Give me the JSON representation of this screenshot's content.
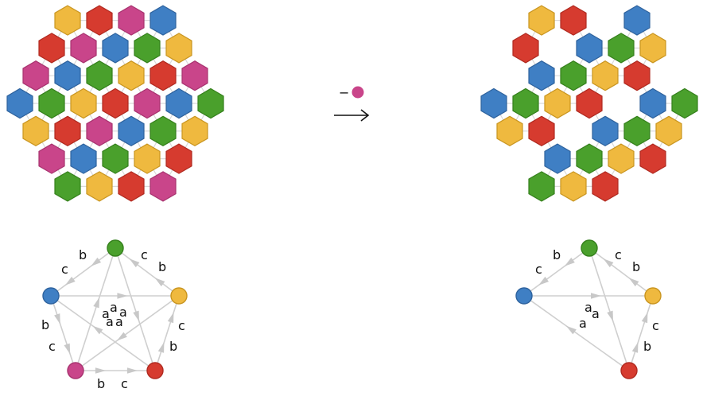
{
  "colors": {
    "red": "#d63b2f",
    "pink": "#c9458a",
    "blue": "#3f7fc4",
    "green": "#4aa02c",
    "yellow": "#efb93f",
    "edge": "#cfcfcf"
  },
  "operation": {
    "minus_sign": "−",
    "removed_color": "pink",
    "arrow_glyph": "⟶"
  },
  "left_tiling": {
    "rows": [
      [
        "yellow",
        "red",
        "pink",
        "blue"
      ],
      [
        "red",
        "pink",
        "blue",
        "green",
        "yellow"
      ],
      [
        "pink",
        "blue",
        "green",
        "yellow",
        "red",
        "pink"
      ],
      [
        "blue",
        "green",
        "yellow",
        "red",
        "pink",
        "blue",
        "green"
      ],
      [
        "yellow",
        "red",
        "pink",
        "blue",
        "green",
        "yellow"
      ],
      [
        "pink",
        "blue",
        "green",
        "yellow",
        "red"
      ],
      [
        "green",
        "yellow",
        "red",
        "pink"
      ]
    ]
  },
  "right_tiling": {
    "rows": [
      [
        "yellow",
        "red",
        null,
        "blue"
      ],
      [
        "red",
        null,
        "blue",
        "green",
        "yellow"
      ],
      [
        null,
        "blue",
        "green",
        "yellow",
        "red",
        null
      ],
      [
        "blue",
        "green",
        "yellow",
        "red",
        null,
        "blue",
        "green"
      ],
      [
        "yellow",
        "red",
        null,
        "blue",
        "green",
        "yellow"
      ],
      [
        null,
        "blue",
        "green",
        "yellow",
        "red"
      ],
      [
        "green",
        "yellow",
        "red",
        null
      ]
    ]
  },
  "left_graph": {
    "nodes": [
      {
        "id": "green",
        "color": "green"
      },
      {
        "id": "yellow",
        "color": "yellow"
      },
      {
        "id": "red",
        "color": "red"
      },
      {
        "id": "pink",
        "color": "pink"
      },
      {
        "id": "blue",
        "color": "blue"
      }
    ],
    "edge_labels": {
      "gb_b": "b",
      "gb_c": "c",
      "yg_c": "c",
      "yg_b": "b",
      "yr_c": "c",
      "yr_b": "b",
      "pr_b": "b",
      "pr_c": "c",
      "bp_b": "b",
      "bp_c": "c",
      "center_a": [
        "a",
        "a",
        "a",
        "a",
        "a"
      ]
    }
  },
  "right_graph": {
    "nodes": [
      {
        "id": "green",
        "color": "green"
      },
      {
        "id": "yellow",
        "color": "yellow"
      },
      {
        "id": "red",
        "color": "red"
      },
      {
        "id": "blue",
        "color": "blue"
      }
    ],
    "edge_labels": {
      "gb_b": "b",
      "gb_c": "c",
      "yg_c": "c",
      "yg_b": "b",
      "yr_c": "c",
      "yr_b": "b",
      "center_a": [
        "a",
        "a",
        "a"
      ]
    }
  }
}
